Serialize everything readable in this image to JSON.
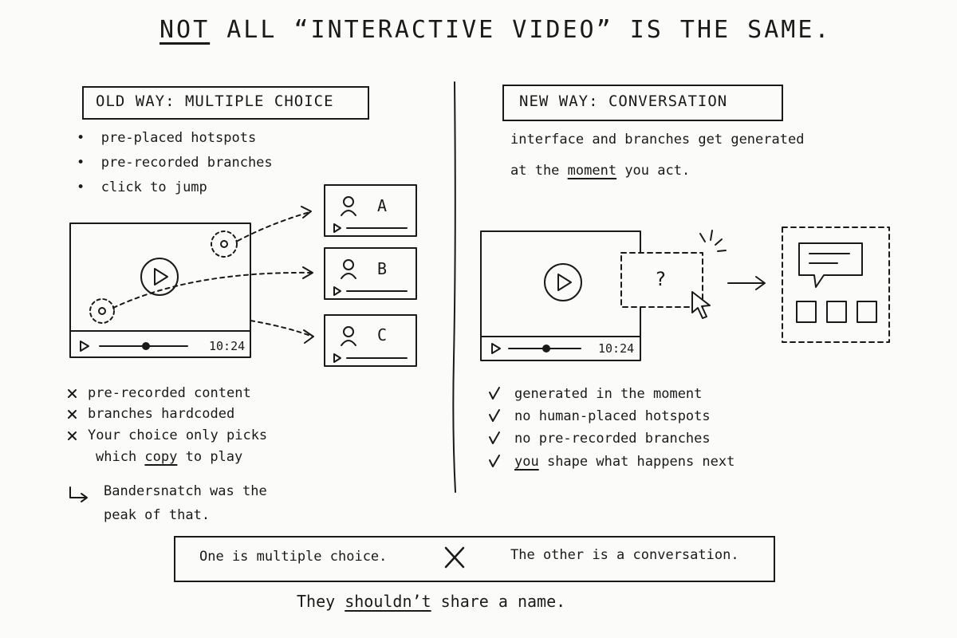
{
  "title": {
    "pre": "",
    "not": "NOT",
    "rest": " ALL “INTERACTIVE VIDEO” IS THE SAME."
  },
  "old_way": {
    "header": "OLD WAY: MULTIPLE CHOICE",
    "bullets": [
      "pre-placed hotspots",
      "pre-recorded branches",
      "click to jump"
    ],
    "player_time": "10:24",
    "branches": [
      "A",
      "B",
      "C"
    ],
    "cons": [
      "pre-recorded content",
      "branches hardcoded",
      "Your choice only picks"
    ],
    "cons_cont": {
      "before": "which ",
      "underlined": "copy",
      "after": " to play"
    },
    "note_line1": "Bandersnatch was the",
    "note_line2": "peak of that."
  },
  "new_way": {
    "header": "NEW WAY: CONVERSATION",
    "desc_line1": "interface and branches get generated",
    "desc_line2": {
      "before": "at the ",
      "underlined": "moment",
      "after": " you act."
    },
    "player_time": "10:24",
    "question_mark": "?",
    "pros": [
      "generated in the moment",
      "no human-placed hotspots",
      "no pre-recorded branches"
    ],
    "pros_last": {
      "underlined": "you",
      "after": " shape what happens next"
    }
  },
  "comparison": {
    "left": "One is multiple choice.",
    "right": "The other is a conversation."
  },
  "closing": {
    "before": "They ",
    "underlined": "shouldn’t",
    "after": " share a name."
  },
  "icons": [
    "play-icon",
    "person-icon",
    "hotspot-icon",
    "cursor-icon",
    "chat-bubble-icon",
    "cross-icon",
    "check-icon",
    "arrow-icon"
  ]
}
